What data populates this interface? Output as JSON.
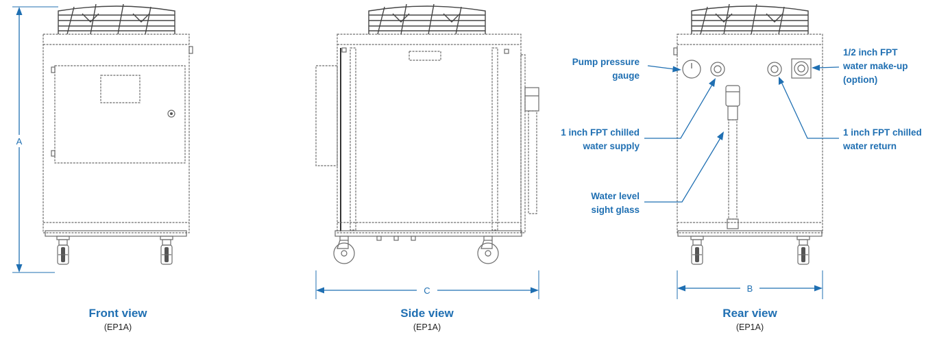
{
  "views": {
    "front": {
      "title": "Front view",
      "model": "(EP1A)"
    },
    "side": {
      "title": "Side view",
      "model": "(EP1A)"
    },
    "rear": {
      "title": "Rear view",
      "model": "(EP1A)"
    }
  },
  "dimensions": {
    "height": "A",
    "depth": "C",
    "width": "B"
  },
  "callouts": {
    "pump_gauge": [
      "Pump pressure",
      "gauge"
    ],
    "chilled_supply": [
      "1 inch FPT chilled",
      "water supply"
    ],
    "sight_glass": [
      "Water level",
      "sight glass"
    ],
    "makeup": [
      "1/2 inch FPT",
      "water make-up",
      "(option)"
    ],
    "chilled_return": [
      "1 inch FPT chilled",
      "water return"
    ]
  },
  "colors": {
    "accent": "#1f6fb2",
    "line": "#6b6b6b",
    "text": "#222222"
  }
}
